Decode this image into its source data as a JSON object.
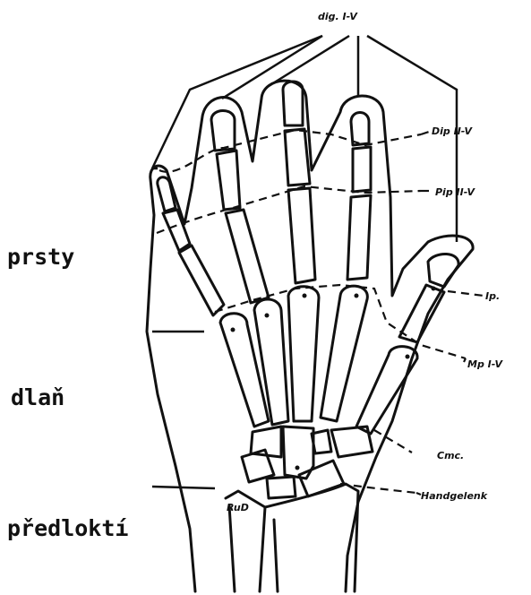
{
  "region_labels": {
    "fingers": "prsty",
    "palm": "dlaň",
    "forearm": "předloktí"
  },
  "annotations": {
    "dig": "dig. I-V",
    "dip": "Dip II-V",
    "pip": "Pip II-V",
    "ip": "Ip.",
    "mp": "Mp I-V",
    "cmc": "Cmc.",
    "handgelenk": "Handgelenk",
    "rud": "RuD"
  },
  "colors": {
    "ink": "#111111",
    "paper": "#ffffff"
  }
}
